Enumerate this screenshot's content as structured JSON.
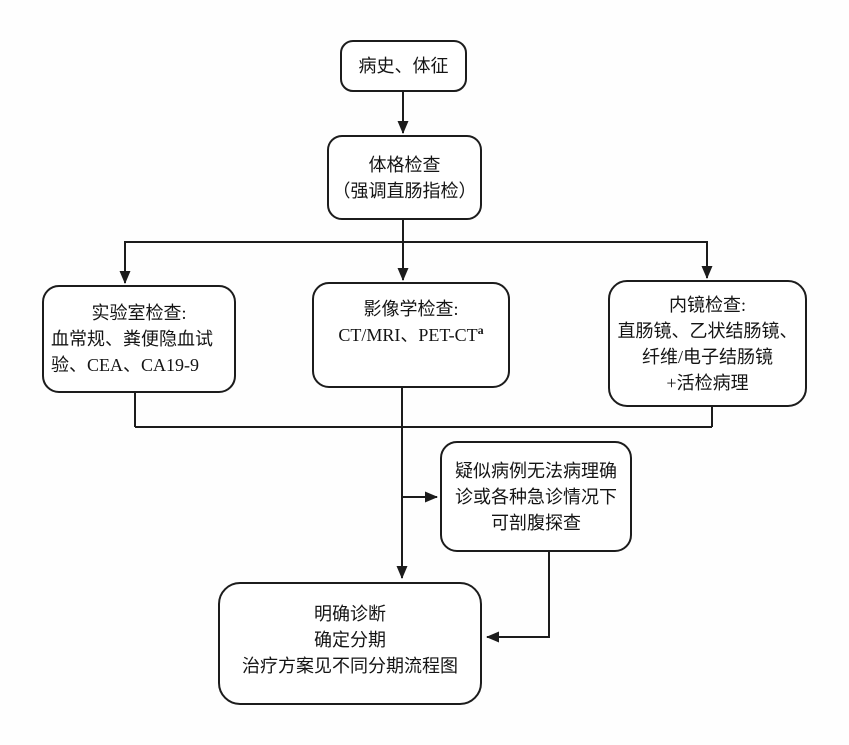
{
  "page": {
    "background_color": "#fefefe",
    "line_color": "#1c1c1c",
    "text_color": "#141414"
  },
  "flowchart": {
    "nodes": {
      "history": {
        "line1": "病史、体征"
      },
      "physical_exam": {
        "line1": "体格检查",
        "line2": "（强调直肠指检）"
      },
      "laboratory": {
        "line1": "实验室检查:",
        "line2": "血常规、粪便隐血试",
        "line3": "验、CEA、CA19-9"
      },
      "imaging": {
        "line1": "影像学检查:",
        "line2": "CT/MRI、PET-CT",
        "line2_superscript": "a"
      },
      "endoscopy": {
        "line1": "内镜检查:",
        "line2": "直肠镜、乙状结肠镜、",
        "line3": "纤维/电子结肠镜",
        "line4": "+活检病理"
      },
      "suspected_case": {
        "line1": "疑似病例无法病理确",
        "line2": "诊或各种急诊情况下",
        "line3": "可剖腹探查"
      },
      "conclusion": {
        "line1": "明确诊断",
        "line2": "确定分期",
        "line3": "治疗方案见不同分期流程图"
      }
    }
  }
}
